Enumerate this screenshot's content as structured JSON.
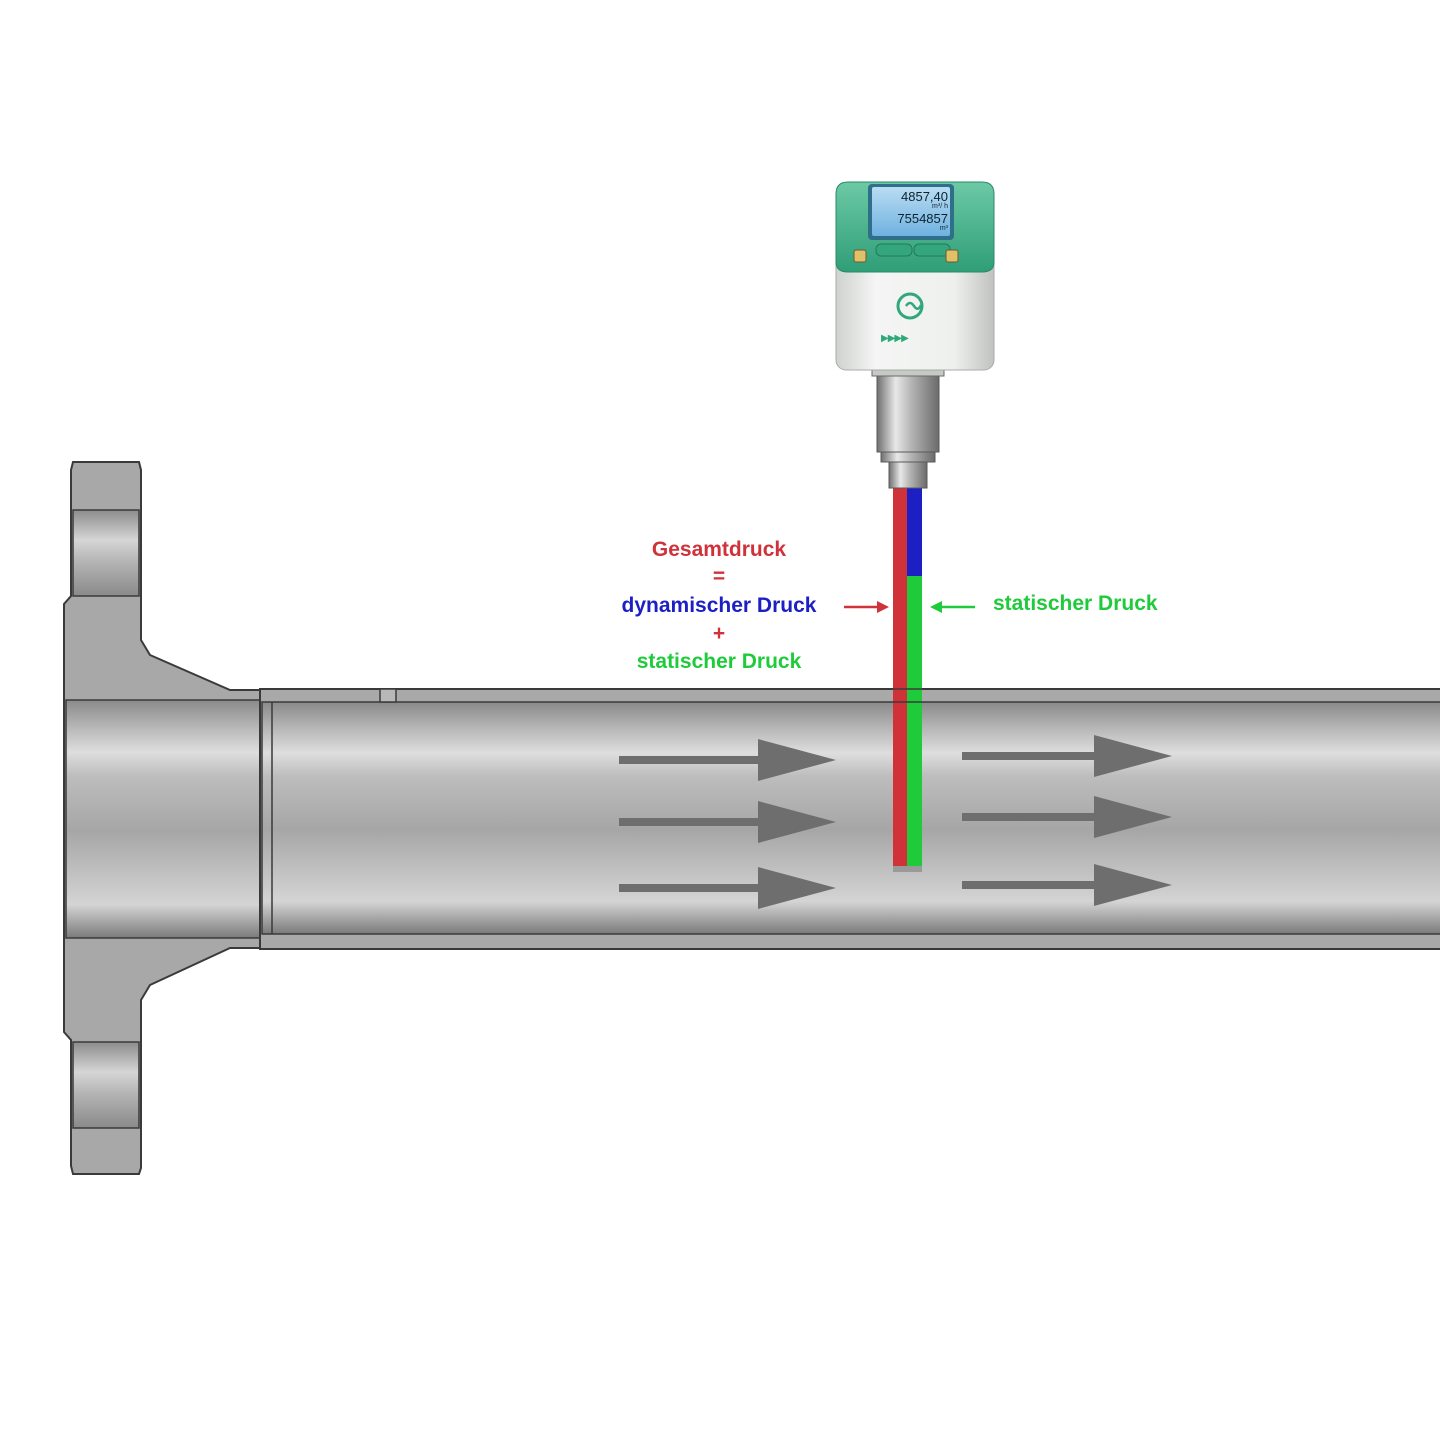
{
  "annotations": {
    "total_pressure": "Gesamtdruck",
    "equals": "=",
    "dynamic_pressure": "dynamischer Druck",
    "plus": "+",
    "static_pressure_left": "statischer Druck",
    "static_pressure_right": "statischer Druck"
  },
  "device": {
    "display_value_1": "4857,40",
    "display_unit_1": "m³/ h",
    "display_value_2": "7554857",
    "display_unit_2": "m³",
    "direction_marker": "▶▶▶▶"
  },
  "colors": {
    "total_pressure": "#d0323a",
    "dynamic_pressure": "#1b1fc4",
    "static_pressure": "#1fcb3a",
    "housing_green": "#3fae86",
    "flow_arrow": "#6e6e6e",
    "pipe_metal": "#b0b0b0"
  },
  "flow": {
    "direction": "left-to-right"
  }
}
